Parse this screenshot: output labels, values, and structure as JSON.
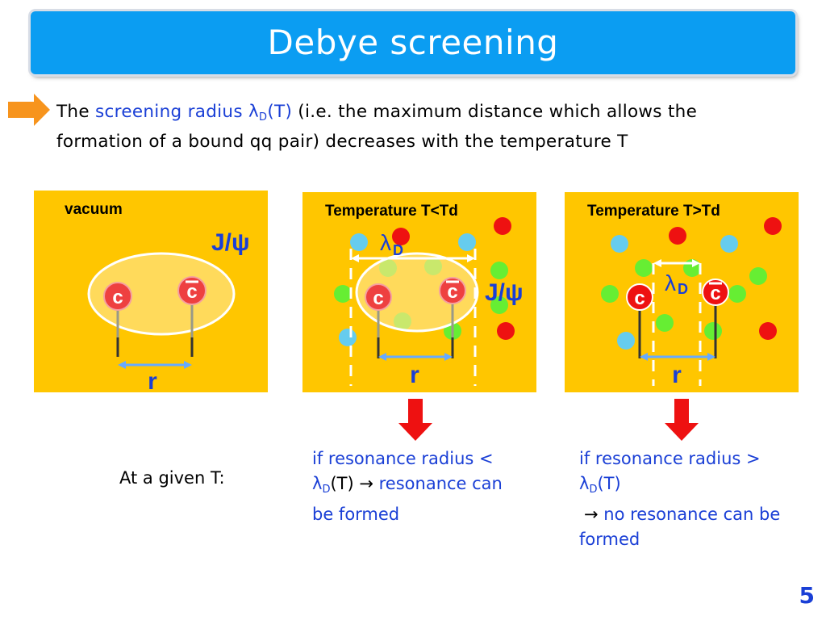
{
  "title": "Debye screening",
  "intro": {
    "p1": "The ",
    "p2": "screening radius ",
    "lambda": "λ",
    "sub": "D",
    "p3": "(T)",
    "p4": " (i.e. the maximum distance which allows the formation of a bound qq pair) decreases with the temperature T"
  },
  "panels": {
    "vacuum": "vacuum",
    "below": "Temperature T<Td",
    "above": "Temperature T>Td"
  },
  "symbols": {
    "c": "c",
    "cbar": "c",
    "jpsi": "J/ψ",
    "r": "r",
    "lambda": "λ",
    "d": "D"
  },
  "given": "At a given T:",
  "result_left": {
    "l1": "if resonance radius <",
    "lambda": "λ",
    "sub": "D",
    "l2a": "(T) ",
    "arrow": "→",
    "l2b": " resonance can",
    "l3": "be formed"
  },
  "result_right": {
    "l1": "if resonance radius >",
    "lambda": "λ",
    "sub": "D",
    "l2": "(T)",
    "arrow": "→",
    "l3": " no resonance can be",
    "l4": "formed"
  },
  "page_number": "5",
  "colors": {
    "title_bg": "#0b9df2",
    "panel_bg": "#ffc600",
    "text_blue": "#1a3fd6",
    "quark_red": "#ee2b2b",
    "gluon_green": "#66ee33",
    "light_blue": "#66ccee",
    "arrow_orange": "#f7941d"
  }
}
